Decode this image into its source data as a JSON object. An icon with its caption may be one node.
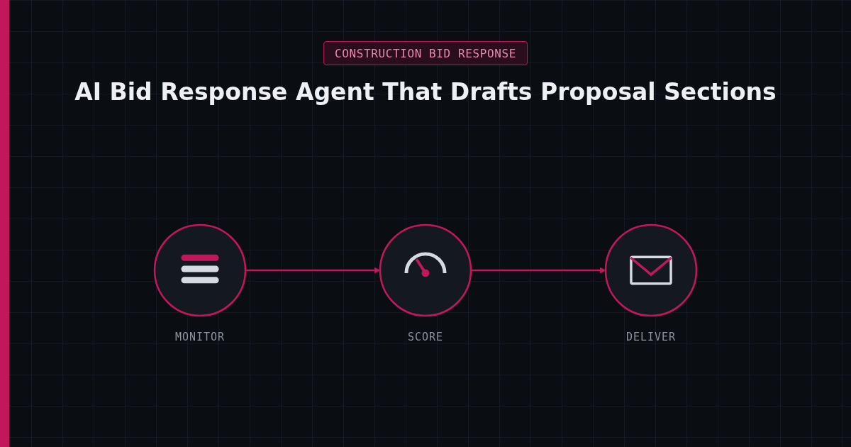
{
  "diagram": {
    "title": "AI Bid Response Agent That Drafts Proposal Sections",
    "nodes": [
      {
        "text": [],
        "shape": "circle",
        "beside": [
          "MONITOR"
        ]
      },
      {
        "text": [],
        "shape": "circle",
        "beside": [
          "SCORE"
        ]
      },
      {
        "text": [],
        "shape": "circle",
        "beside": [
          "DELIVER"
        ]
      }
    ],
    "edges": [
      {
        "from": 0,
        "to": 1,
        "arrow": "to"
      },
      {
        "from": 1,
        "to": 2,
        "arrow": "to"
      }
    ],
    "labels": [
      "CONSTRUCTION BID RESPONSE"
    ]
  }
}
